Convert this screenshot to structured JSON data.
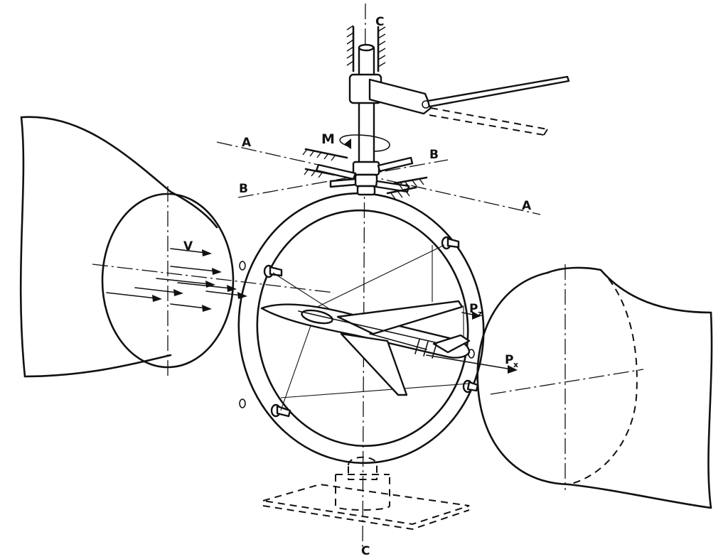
{
  "labels": {
    "axis_c_top": "C",
    "axis_c_bottom": "C",
    "axis_a_left": "A",
    "axis_a_right": "A",
    "axis_b_left": "B",
    "axis_b_right": "B",
    "moment": "M",
    "velocity": "V",
    "force_pz": "P",
    "force_pz_sub": "z",
    "force_px": "P",
    "force_px_sub": "x"
  }
}
